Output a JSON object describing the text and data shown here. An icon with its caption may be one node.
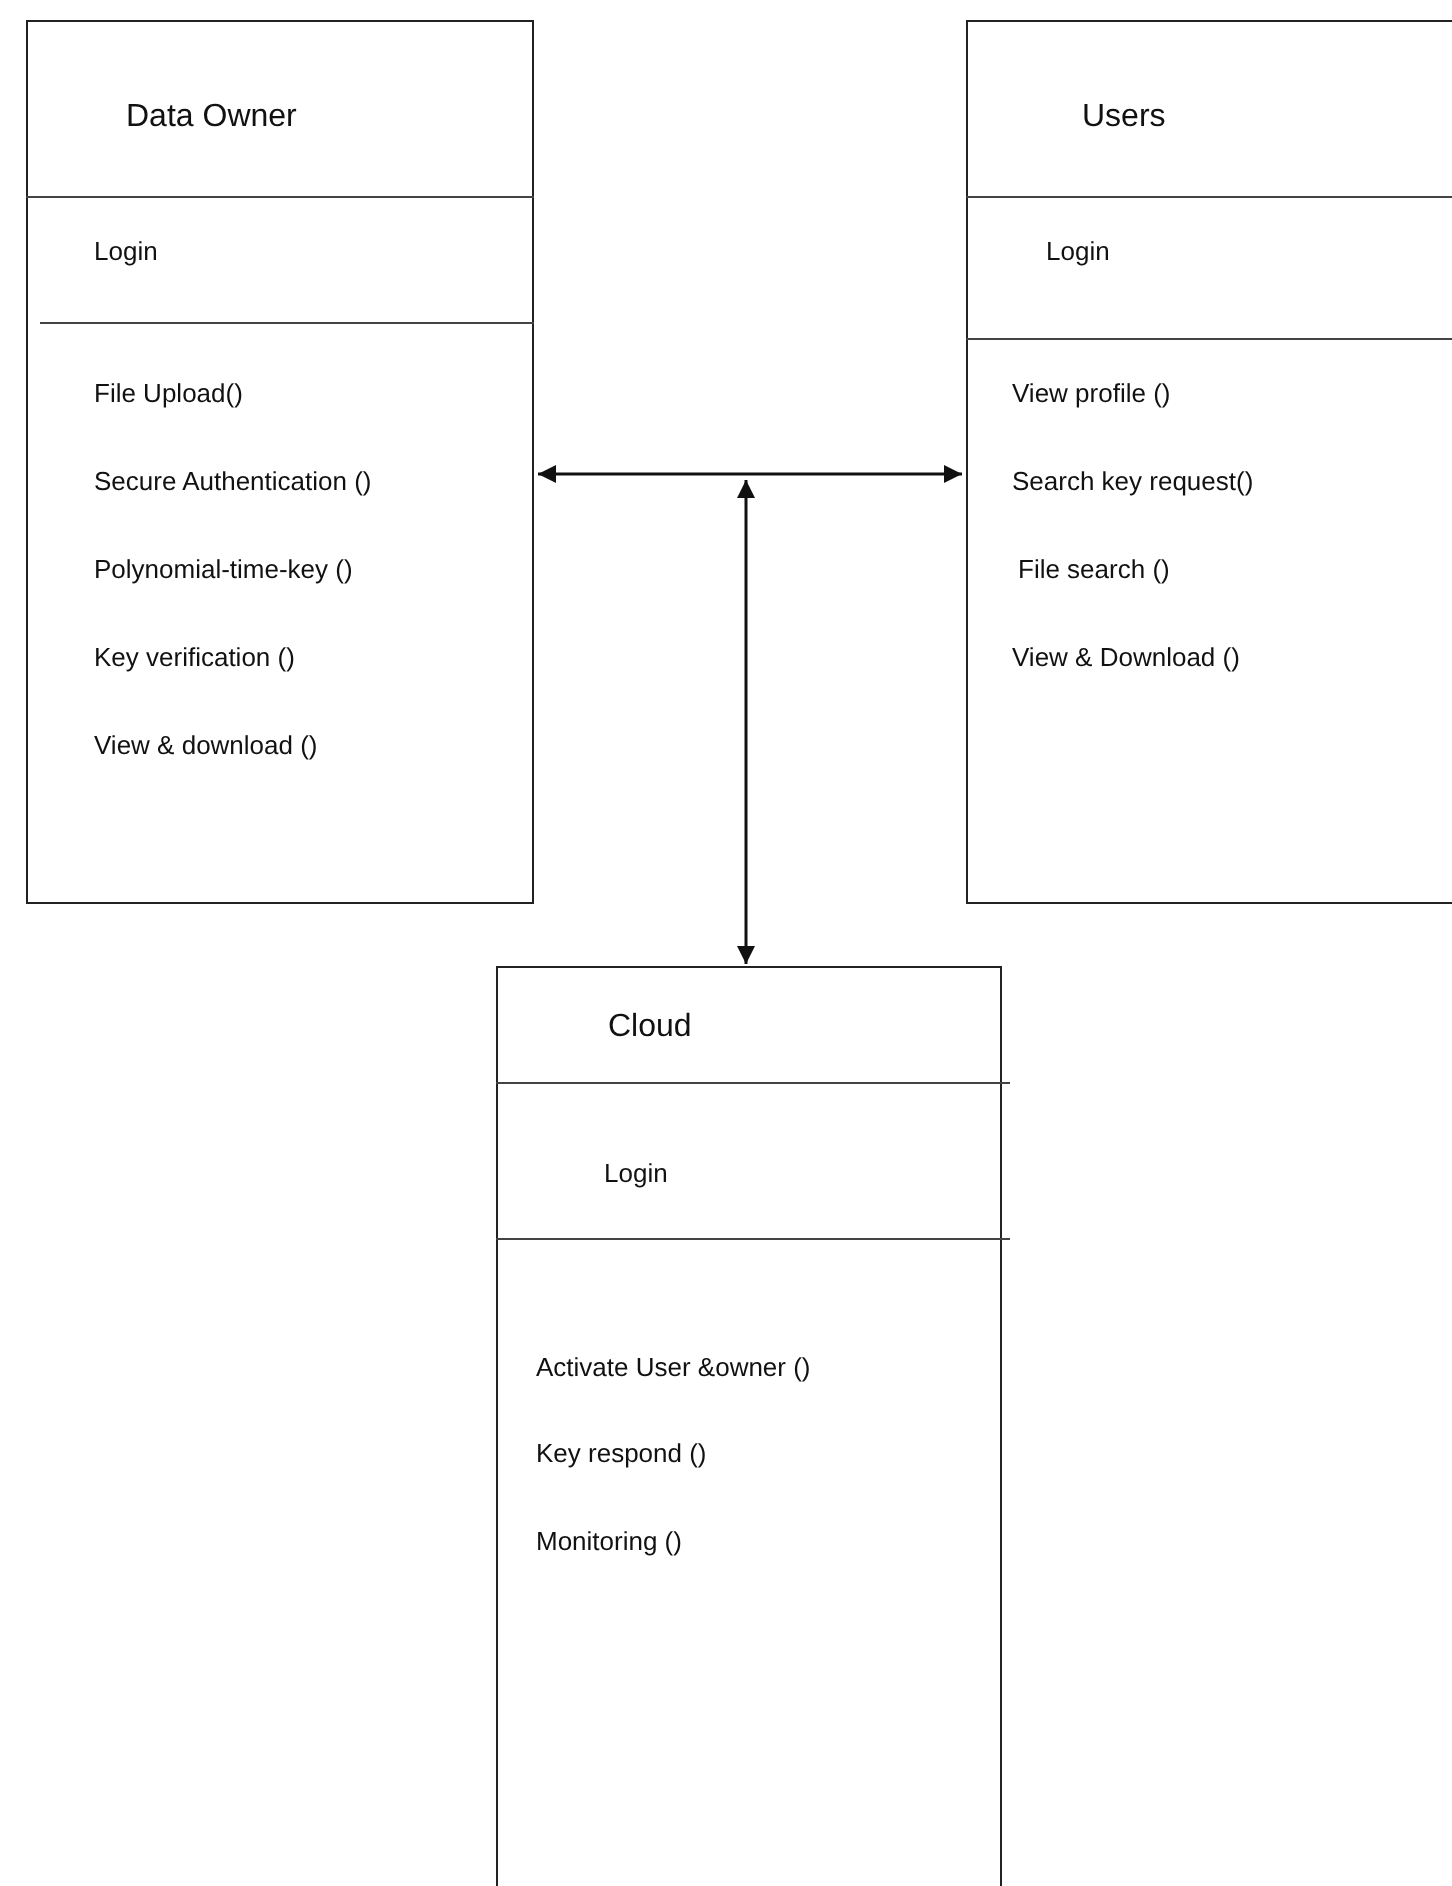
{
  "diagram": {
    "nodes": [
      {
        "text": [
          "Data Owner",
          "Login",
          "File Upload()",
          "Secure Authentication ()",
          "Polynomial-time-key ()",
          "Key verification ()",
          "View & download ()"
        ]
      },
      {
        "text": [
          "Users",
          "Login",
          "View profile ()",
          "Search key request()",
          "File search ()",
          "View & Download ()"
        ]
      },
      {
        "text": [
          "Cloud",
          "Login",
          "Activate User &owner ()",
          "Key respond ()",
          "Monitoring ()"
        ]
      }
    ],
    "edges": [
      {
        "from": 0,
        "to": 1,
        "arrow": "both"
      },
      {
        "from": null,
        "to": 2,
        "arrow": "both"
      }
    ]
  }
}
